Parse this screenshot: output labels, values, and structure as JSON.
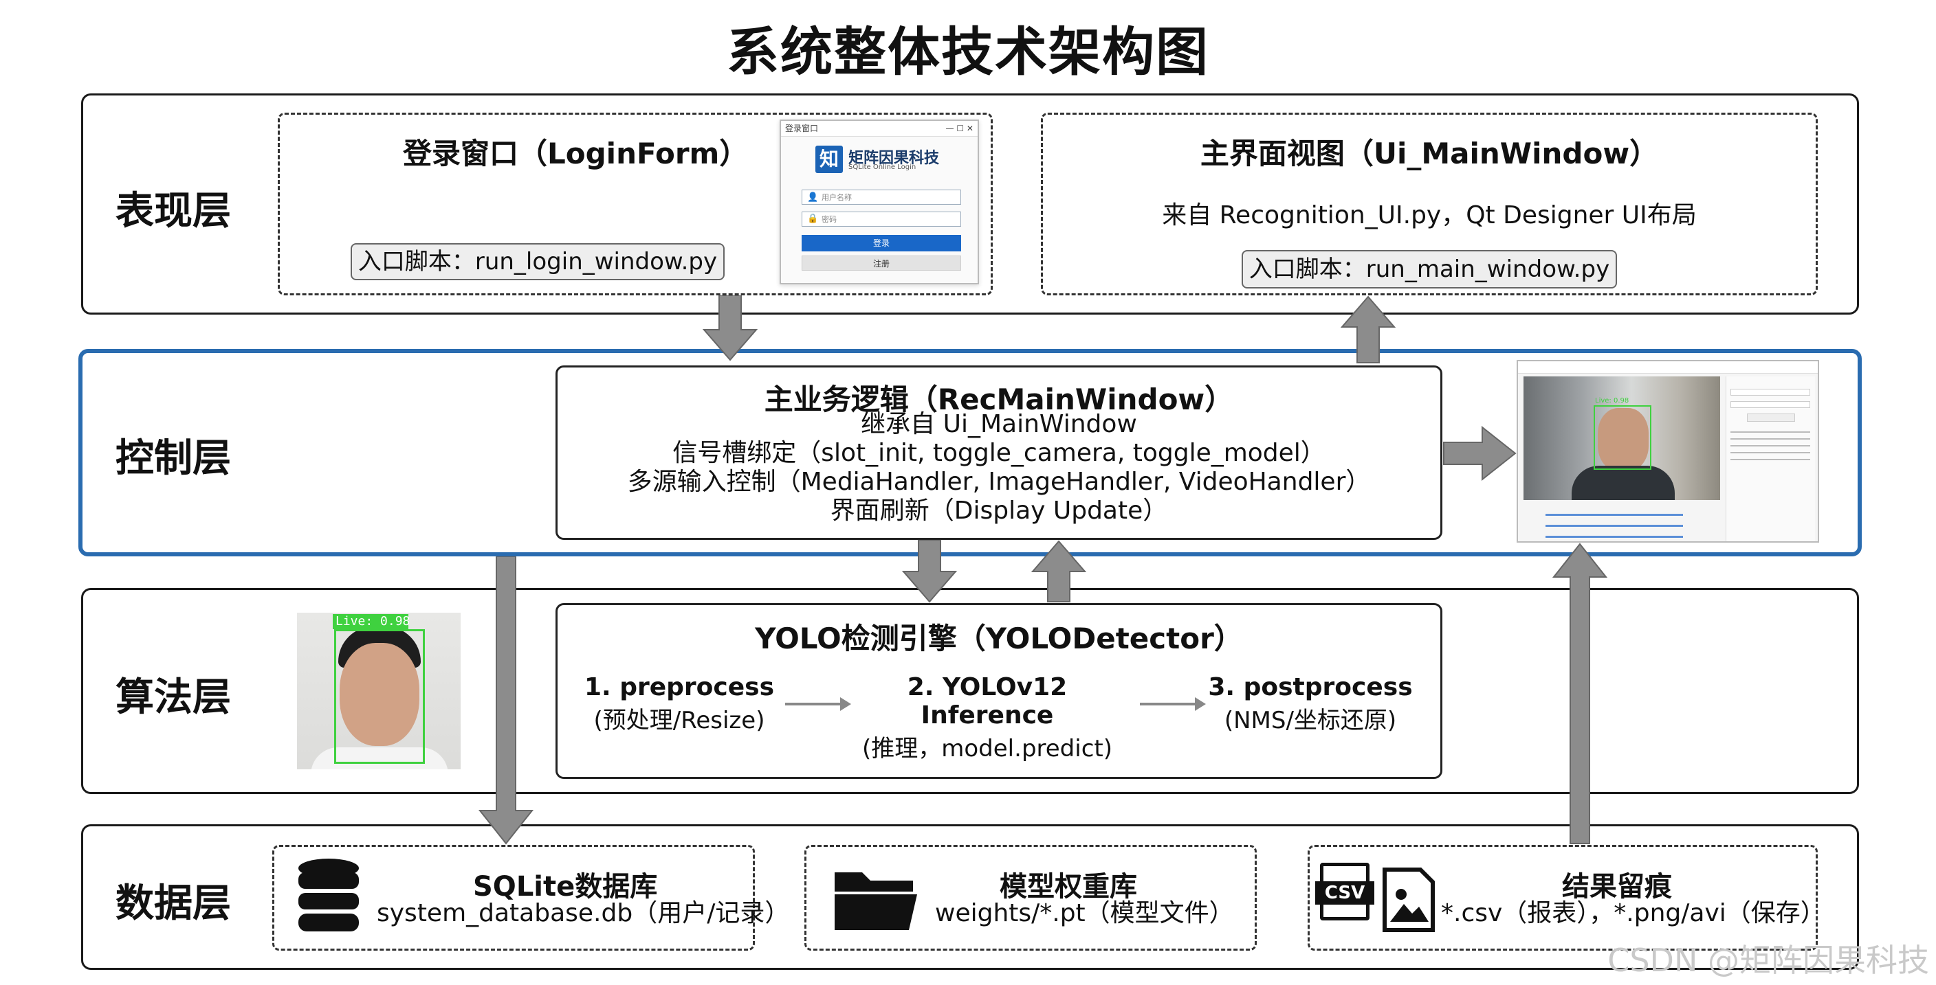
{
  "title": "系统整体技术架构图",
  "layers": {
    "presentation": "表现层",
    "control": "控制层",
    "algorithm": "算法层",
    "data": "数据层"
  },
  "presentation": {
    "login": {
      "title": "登录窗口（LoginForm）",
      "entry": "入口脚本：run_login_window.py",
      "window_title": "登录窗口",
      "brand": "矩阵因果科技",
      "brand_sub": "SQLite Online Login",
      "username_placeholder": "用户名称",
      "password_placeholder": "密码",
      "login_button": "登录",
      "register_button": "注册"
    },
    "main": {
      "title": "主界面视图（Ui_MainWindow）",
      "source": "来自 Recognition_UI.py，Qt Designer UI布局",
      "entry": "入口脚本：run_main_window.py"
    }
  },
  "control": {
    "title": "主业务逻辑（RecMainWindow）",
    "lines": [
      "继承自 Ui_MainWindow",
      "信号槽绑定（slot_init, toggle_camera, toggle_model）",
      "多源输入控制（MediaHandler, ImageHandler, VideoHandler）",
      "界面刷新（Display Update）"
    ],
    "preview_label": "Live: 0.98"
  },
  "algorithm": {
    "title": "YOLO检测引擎（YOLODetector）",
    "face_label": "Live: 0.98",
    "steps": [
      {
        "name": "1. preprocess",
        "desc": "(预处理/Resize)"
      },
      {
        "name": "2. YOLOv12 Inference",
        "desc": "(推理，model.predict)"
      },
      {
        "name": "3. postprocess",
        "desc": "(NMS/坐标还原)"
      }
    ]
  },
  "data": {
    "sqlite": {
      "title": "SQLite数据库",
      "desc": "system_database.db（用户/记录）"
    },
    "weights": {
      "title": "模型权重库",
      "desc": "weights/*.pt（模型文件）"
    },
    "results": {
      "title": "结果留痕",
      "desc": "*.csv（报表），*.png/avi（保存）",
      "csv_icon_text": "CSV"
    }
  },
  "watermark": "CSDN @矩阵因果科技",
  "colors": {
    "control_border": "#2a6cb0",
    "arrow": "#8c8c8c",
    "login_button": "#1967c8",
    "face_box": "#3fd13f"
  }
}
